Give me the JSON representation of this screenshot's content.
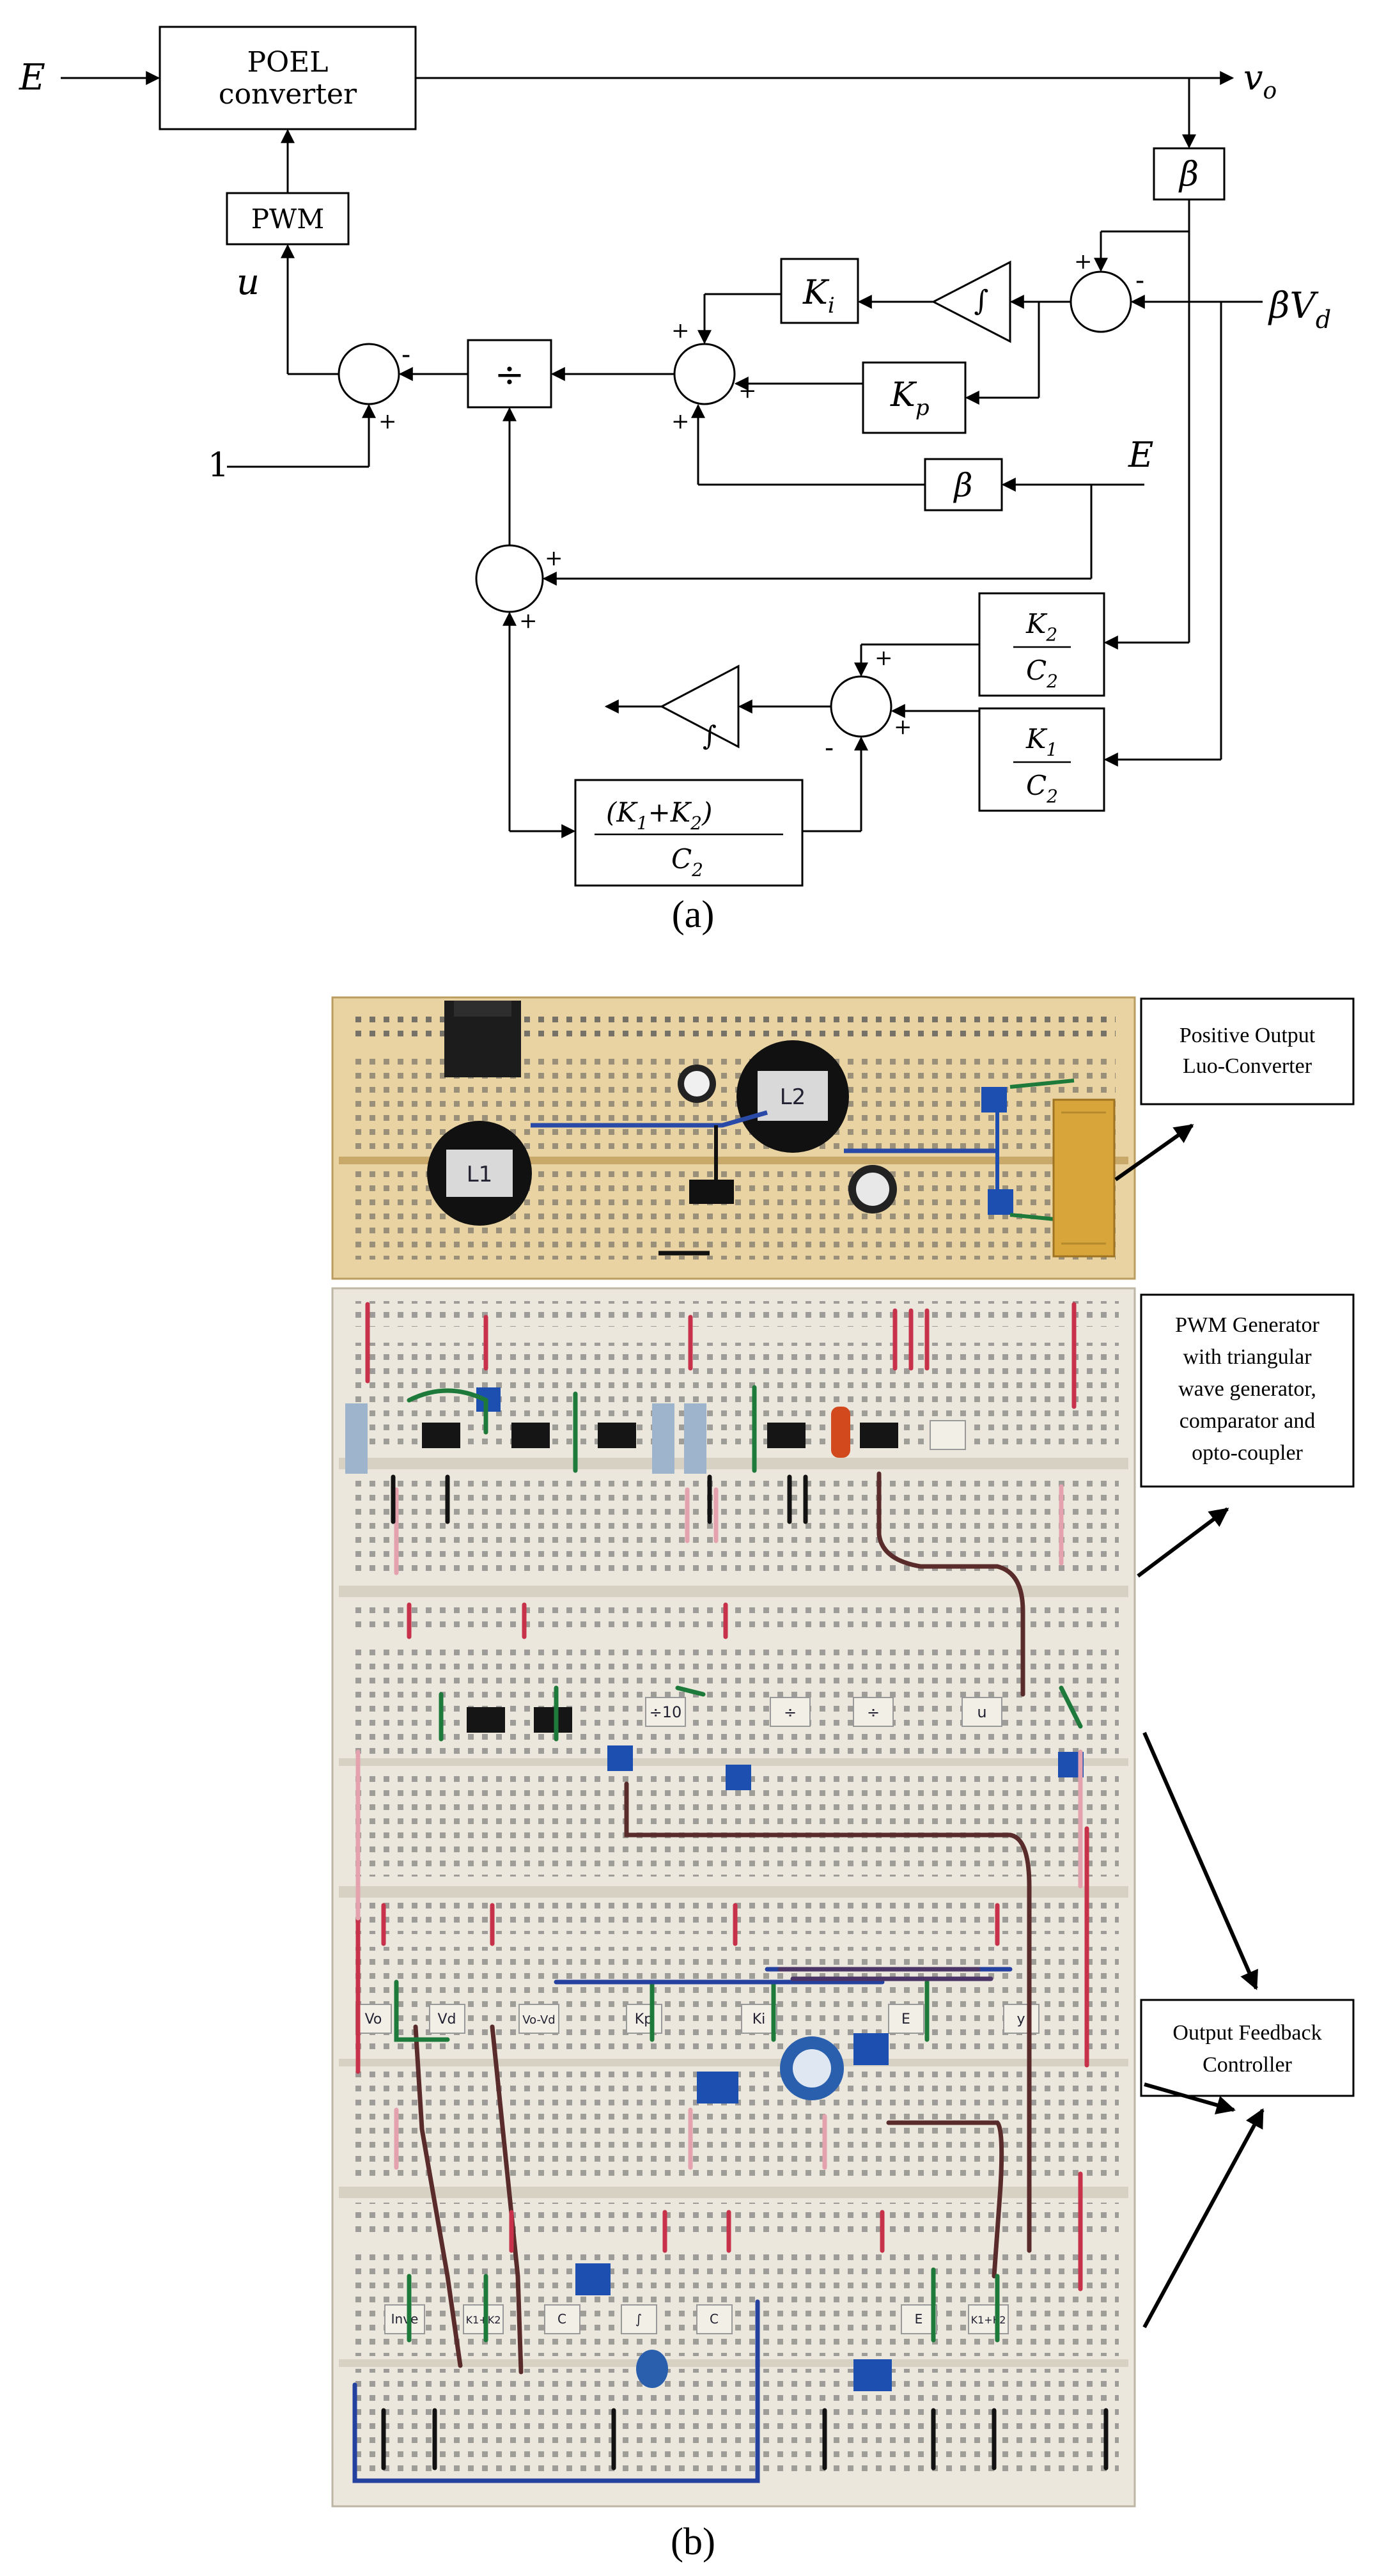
{
  "figure": {
    "caption_a": "(a)",
    "caption_b": "(b)"
  },
  "block_diagram": {
    "input_E": "E",
    "output_vo": "v",
    "output_vo_sub": "o",
    "converter_line1": "POEL",
    "converter_line2": "converter",
    "pwm_label": "PWM",
    "u_label": "u",
    "one_label": "1",
    "divide_symbol": "÷",
    "beta_top": "β",
    "beta_vd": "βV",
    "beta_vd_sub": "d",
    "ki_label": "K",
    "ki_sub": "i",
    "kp_label": "K",
    "kp_sub": "p",
    "integrator_symbol": "∫",
    "beta_mid": "β",
    "E_right": "E",
    "k2c2_num": "K",
    "k2c2_num_sub": "2",
    "k2c2_den": "C",
    "k2c2_den_sub": "2",
    "k1c2_num": "K",
    "k1c2_num_sub": "1",
    "k1c2_den": "C",
    "k1c2_den_sub": "2",
    "k12_num": "(K",
    "k12_num_sub1": "1",
    "k12_plus": "+K",
    "k12_num_sub2": "2",
    "k12_close": ")",
    "k12_den": "C",
    "k12_den_sub": "2",
    "plus": "+",
    "minus": "-"
  },
  "photo": {
    "callouts": [
      {
        "lines": [
          "Positive Output",
          "Luo-Converter"
        ]
      },
      {
        "lines": [
          "PWM Generator",
          "with triangular",
          "wave generator,",
          "comparator and",
          "opto-coupler"
        ]
      },
      {
        "lines": [
          "Output Feedback",
          "Controller"
        ]
      }
    ],
    "board_labels": {
      "l1": "L1",
      "l2": "L2",
      "div10": "÷10",
      "div_a": "÷",
      "div_b": "÷",
      "u": "u",
      "vo": "Vo",
      "vd": "Vd",
      "vovd": "Vo-Vd",
      "kp": "Kp",
      "ki": "Ki",
      "e1": "E",
      "y": "y",
      "inv": "Inve",
      "k1k2": "K1+K2",
      "c1": "C",
      "int": "∫",
      "c2": "C",
      "e2": "E",
      "k1k2b": "K1+K2"
    }
  }
}
